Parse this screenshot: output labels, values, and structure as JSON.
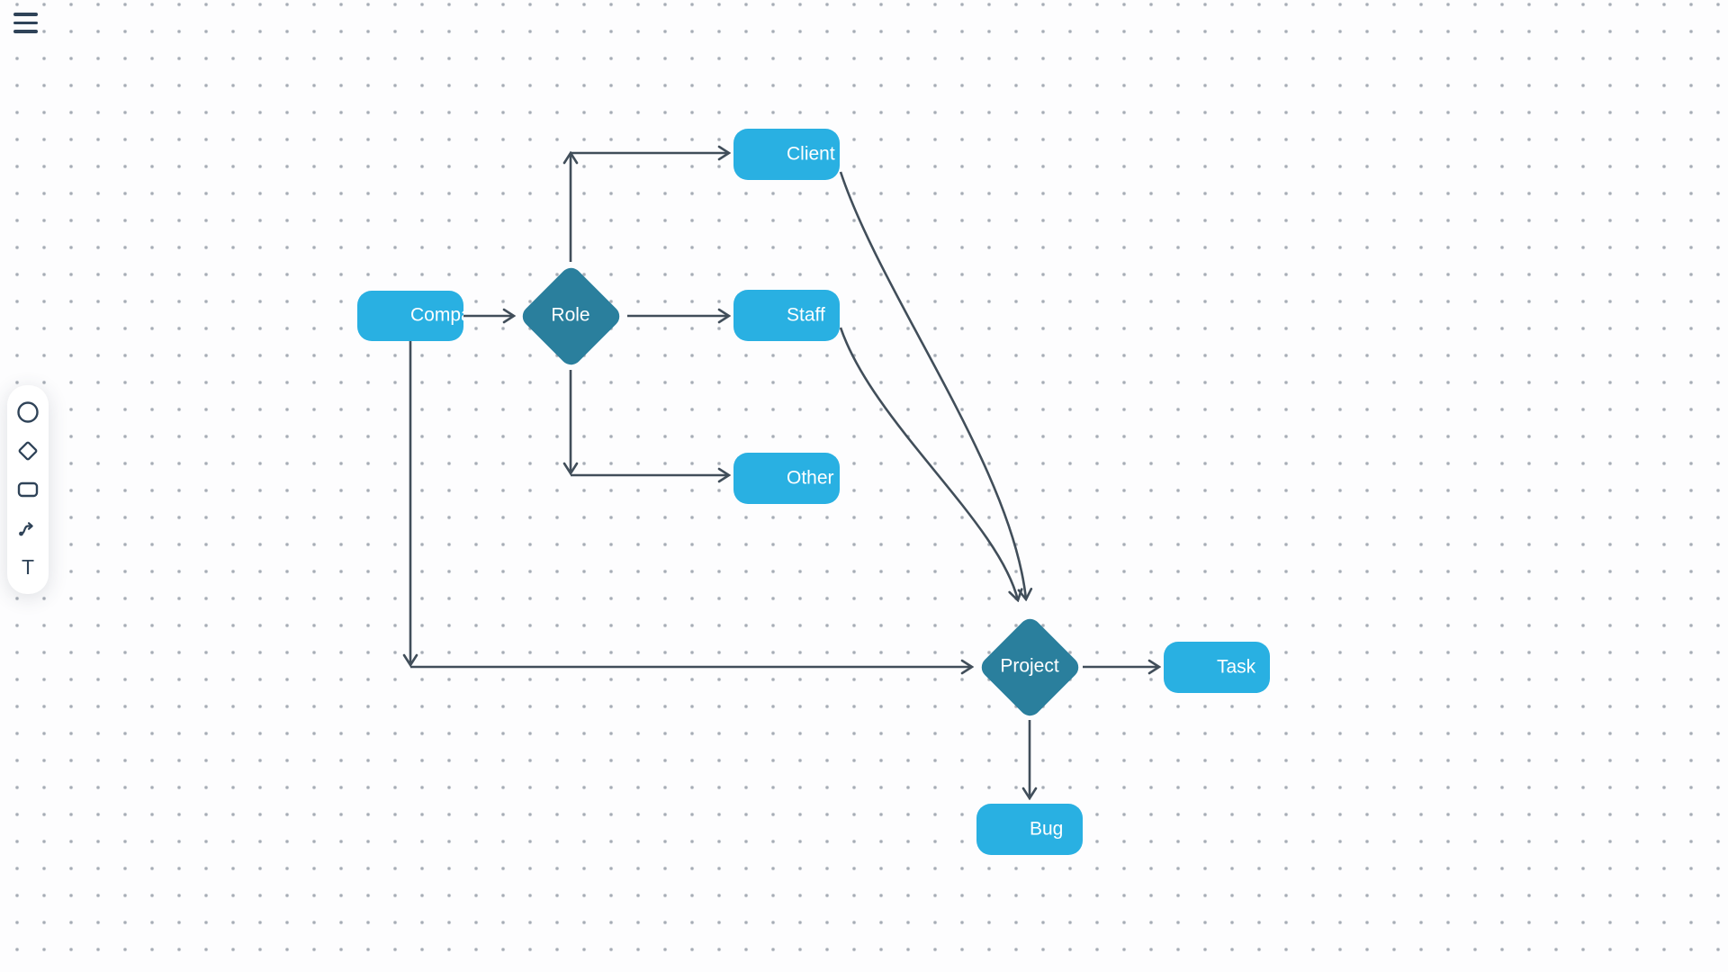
{
  "app": {
    "menu_icon": "hamburger"
  },
  "toolbar": {
    "tools": [
      {
        "id": "ellipse-tool",
        "icon": "circle-icon"
      },
      {
        "id": "diamond-tool",
        "icon": "diamond-icon"
      },
      {
        "id": "rectangle-tool",
        "icon": "rounded-rect-icon"
      },
      {
        "id": "connector-tool",
        "icon": "connector-arrow-icon"
      },
      {
        "id": "text-tool",
        "icon": "text-icon",
        "glyph": "T"
      }
    ]
  },
  "diagram": {
    "nodes": [
      {
        "id": "company",
        "label": "Company",
        "shape": "rounded-rect"
      },
      {
        "id": "role",
        "label": "Role",
        "shape": "diamond"
      },
      {
        "id": "client",
        "label": "Client",
        "shape": "rounded-rect"
      },
      {
        "id": "staff",
        "label": "Staff",
        "shape": "rounded-rect"
      },
      {
        "id": "other",
        "label": "Other",
        "shape": "rounded-rect"
      },
      {
        "id": "project",
        "label": "Project",
        "shape": "diamond"
      },
      {
        "id": "task",
        "label": "Task",
        "shape": "rounded-rect"
      },
      {
        "id": "bug",
        "label": "Bug",
        "shape": "rounded-rect"
      }
    ],
    "edges": [
      {
        "from": "company",
        "to": "role"
      },
      {
        "from": "role",
        "to": "client"
      },
      {
        "from": "role",
        "to": "staff"
      },
      {
        "from": "role",
        "to": "other"
      },
      {
        "from": "company",
        "to": "project"
      },
      {
        "from": "client",
        "to": "project"
      },
      {
        "from": "staff",
        "to": "project"
      },
      {
        "from": "project",
        "to": "task"
      },
      {
        "from": "project",
        "to": "bug"
      }
    ],
    "colors": {
      "entity_fill": "#29b0e2",
      "decision_fill": "#2a7f9d",
      "edge_stroke": "#414e5a",
      "label_text": "#ffffff",
      "tool_icon": "#2f4358",
      "grid_dot": "#9aa0a8"
    }
  }
}
